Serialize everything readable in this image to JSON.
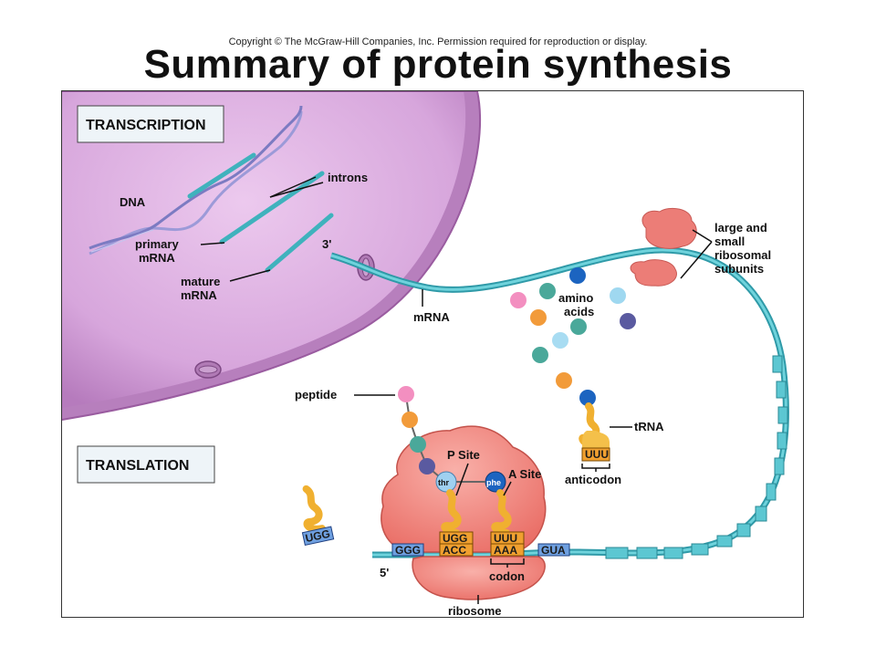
{
  "header": {
    "copyright": "Copyright © The McGraw-Hill Companies, Inc. Permission required for reproduction or display.",
    "title": "Summary of protein synthesis"
  },
  "sections": {
    "transcription": "TRANSCRIPTION",
    "translation": "TRANSLATION"
  },
  "labels": {
    "dna": "DNA",
    "introns": "introns",
    "primary_mrna": [
      "primary",
      "mRNA"
    ],
    "mature_mrna": [
      "mature",
      "mRNA"
    ],
    "three_prime": "3'",
    "five_prime": "5'",
    "mrna": "mRNA",
    "ribosomal_subunits": [
      "large and",
      "small",
      "ribosomal",
      "subunits"
    ],
    "amino_acids": [
      "amino",
      "acids"
    ],
    "peptide": "peptide",
    "trna": "tRNA",
    "anticodon": "anticodon",
    "p_site": "P Site",
    "a_site": "A Site",
    "codon": "codon",
    "ribosome": "ribosome",
    "thr": "thr",
    "phe": "phe"
  },
  "sequences": {
    "free_trna_anticodon": "UGG",
    "trna_anticodon": "UUU",
    "p_site_anticodon": "UGG",
    "p_site_codon": "ACC",
    "a_site_anticodon": "UUU",
    "a_site_codon": "AAA",
    "mrna_left": "GGG",
    "mrna_right": "GUA"
  },
  "colors": {
    "nucleus": "#c98fcf",
    "nucleus_inner": "#e2b9e6",
    "mrna": "#4fc3cc",
    "ribosome": "#f07f7a",
    "trna": "#f4b83a",
    "codon_box": "#f0a030",
    "anticodon_box": "#6fa0e0"
  }
}
